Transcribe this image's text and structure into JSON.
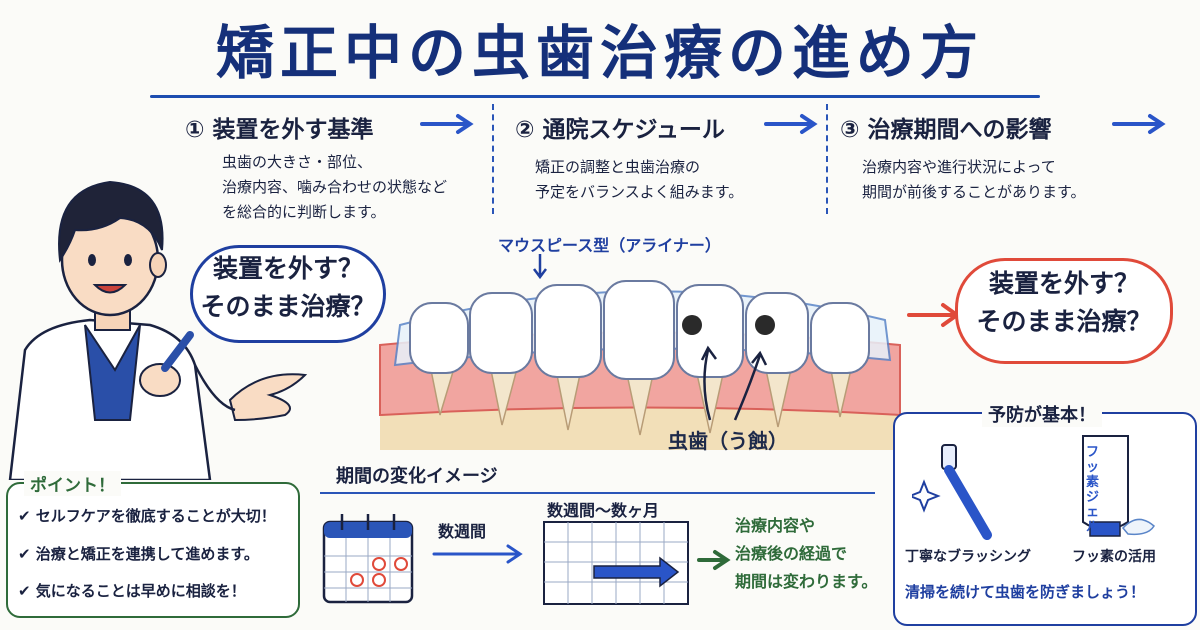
{
  "title": "矯正中の虫歯治療の進め方",
  "steps": [
    {
      "label": "① 装置を外す基準",
      "desc": [
        "虫歯の大きさ・部位、",
        "治療内容、噛み合わせの状態など",
        "を総合的に判断します。"
      ]
    },
    {
      "label": "② 通院スケジュール",
      "desc": [
        "矯正の調整と虫歯治療の",
        "予定をバランスよく組みます。"
      ]
    },
    {
      "label": "③ 治療期間への影響",
      "desc": [
        "治療内容や進行状況によって",
        "期間が前後することがあります。"
      ]
    }
  ],
  "aligner_label": "マウスピース型（アライナー）",
  "cavity_label": "虫歯（う蝕）",
  "doctor_bubble": [
    "装置を外す？",
    "そのまま治療？"
  ],
  "right_bubble": [
    "装置を外す？",
    "そのまま治療？"
  ],
  "points": {
    "title": "ポイント！",
    "items": [
      "✔ セルフケアを徹底することが大切！",
      "✔ 治療と矯正を連携して進めます。",
      "✔ 気になることは早めに相談を！"
    ]
  },
  "period": {
    "title": "期間の変化イメージ",
    "arrow_label": "数週間",
    "range_label": "数週間～数ヶ月",
    "result": [
      "治療内容や",
      "治療後の経過で",
      "期間は変わります。"
    ]
  },
  "prevention": {
    "title": "予防が基本！",
    "brush_label": "丁寧なブラッシング",
    "gel_label": "フッ素の活用",
    "tube_text": "フッ素ジェル",
    "footer": "清掃を続けて虫歯を防ぎましょう！"
  },
  "colors": {
    "navy": "#15307a",
    "blue": "#1f3fa0",
    "red": "#e04a3a",
    "green": "#2f6b3a"
  }
}
